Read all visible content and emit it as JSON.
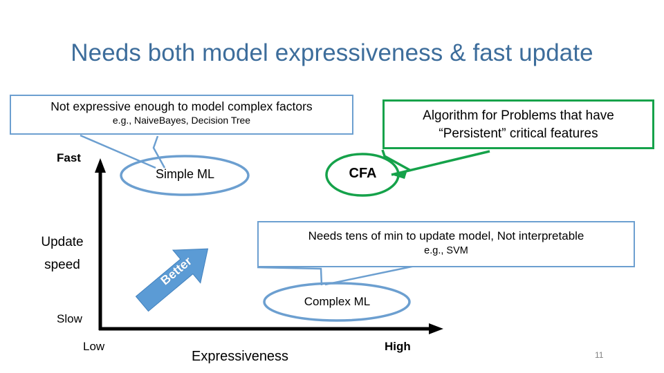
{
  "slide": {
    "title": "Needs both model expressiveness & fast update",
    "page_number": "11",
    "colors": {
      "title": "#3D6D9B",
      "blue_accent": "#6C9FD0",
      "green_accent": "#15A24A",
      "arrow_fill": "#5B9BD5",
      "axis": "#000000",
      "page_number": "#7F7F7F"
    }
  },
  "callouts": [
    {
      "id": "simple-ml",
      "color": "blue",
      "line1": "Not expressive enough to model complex factors",
      "line2": "e.g., NaiveBayes, Decision Tree"
    },
    {
      "id": "cfa",
      "color": "green",
      "line1": "Algorithm for Problems that have",
      "line2": "“Persistent” critical features"
    },
    {
      "id": "complex-ml",
      "color": "blue",
      "line1": "Needs tens of min to update model, Not interpretable",
      "line2": "e.g., SVM"
    }
  ],
  "nodes": [
    {
      "id": "simple-ml",
      "label": "Simple ML",
      "color": "blue"
    },
    {
      "id": "cfa",
      "label": "CFA",
      "color": "green"
    },
    {
      "id": "complex-ml",
      "label": "Complex ML",
      "color": "blue"
    }
  ],
  "chart_data": {
    "type": "scatter",
    "title": "Needs both model expressiveness & fast update",
    "xlabel": "Expressiveness",
    "ylabel": "Update speed",
    "x_tick_labels": [
      "Low",
      "High"
    ],
    "y_tick_labels": [
      "Slow",
      "Fast"
    ],
    "grid": false,
    "legend": "none",
    "annotations": [
      "Better"
    ],
    "points": [
      {
        "label": "Simple ML",
        "x": "Low",
        "y": "Fast",
        "note": "Not expressive enough to model complex factors; e.g., NaiveBayes, Decision Tree"
      },
      {
        "label": "CFA",
        "x": "High",
        "y": "Fast",
        "note": "Algorithm for Problems that have “Persistent” critical features"
      },
      {
        "label": "Complex ML",
        "x": "High",
        "y": "Slow",
        "note": "Needs tens of min to update model, Not interpretable; e.g., SVM"
      }
    ]
  },
  "axes": {
    "y_top": "Fast",
    "y_bottom": "Slow",
    "y_title_line1": "Update",
    "y_title_line2": "speed",
    "x_left": "Low",
    "x_right": "High",
    "x_title": "Expressiveness",
    "direction_annotation": "Better"
  }
}
